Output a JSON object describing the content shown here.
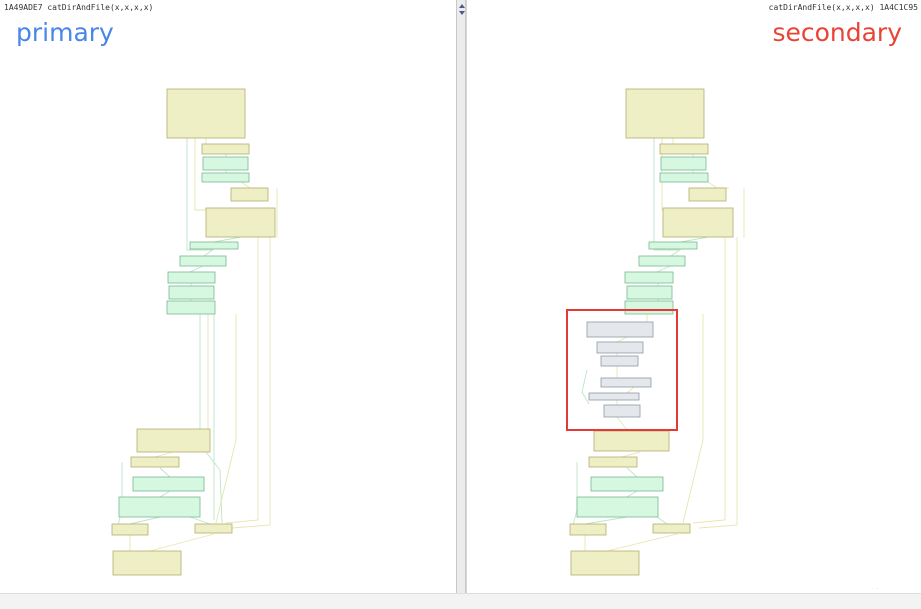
{
  "left_pane": {
    "address": "1A49ADE7",
    "function_signature": "catDirAndFile(x,x,x,x)",
    "label": "primary",
    "label_color": "#4a86e8"
  },
  "right_pane": {
    "address": "1A4C1C95",
    "function_signature": "catDirAndFile(x,x,x,x)",
    "label": "secondary",
    "label_color": "#ea4335",
    "highlight_color": "#e53935"
  },
  "block_colors": {
    "matched_yellow": "#efefc6",
    "matched_green": "#d6f7e0",
    "unmatched_gray": "#e4e8ed",
    "edge_green": "#bde5c8",
    "edge_yellow": "#e7e5b2"
  },
  "splitter_icons": [
    "arrow-up-icon",
    "arrow-down-icon"
  ]
}
